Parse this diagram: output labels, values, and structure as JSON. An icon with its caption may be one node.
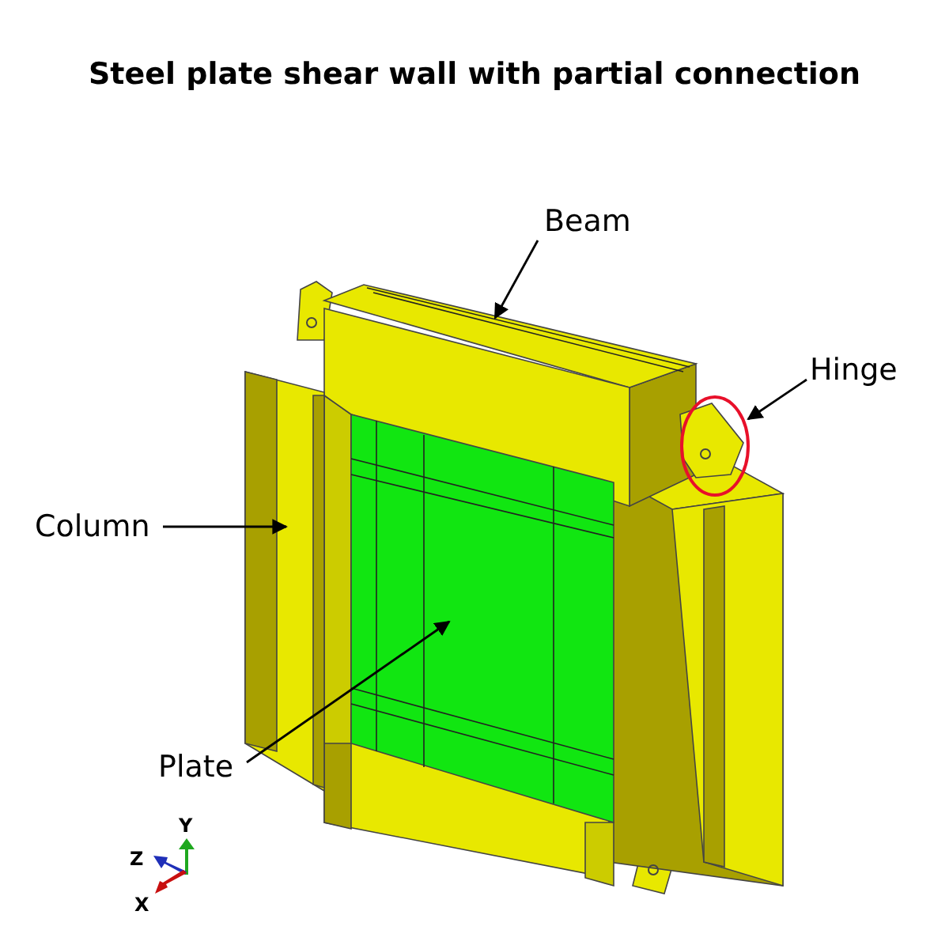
{
  "diagram": {
    "title": "Steel plate shear wall with partial connection",
    "nodes": [
      {
        "text": [
          "Beam"
        ]
      },
      {
        "text": [],
        "shape": "picture"
      },
      {
        "text": [
          "Hinge"
        ]
      },
      {
        "text": [],
        "shape": "circle"
      },
      {
        "text": [
          "Column"
        ]
      },
      {
        "text": [],
        "shape": "picture"
      },
      {
        "text": [
          "Plate"
        ]
      },
      {
        "text": [],
        "shape": "picture"
      }
    ],
    "edges": [
      {
        "from": 0,
        "to": 1,
        "arrow": "to"
      },
      {
        "from": 2,
        "to": 3,
        "arrow": "to"
      },
      {
        "from": 4,
        "to": 5,
        "arrow": "to"
      },
      {
        "from": 6,
        "to": 7,
        "arrow": "to"
      }
    ],
    "labels": [
      "Y",
      "Z",
      "X"
    ]
  }
}
